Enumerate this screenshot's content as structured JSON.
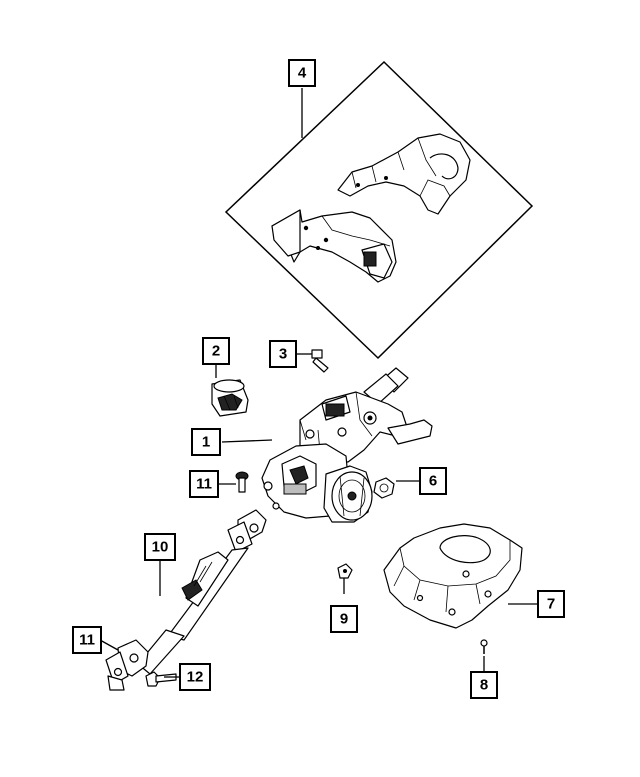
{
  "diagram": {
    "callouts": [
      {
        "id": "c1",
        "label": "1"
      },
      {
        "id": "c2",
        "label": "2"
      },
      {
        "id": "c3",
        "label": "3"
      },
      {
        "id": "c4",
        "label": "4"
      },
      {
        "id": "c6",
        "label": "6"
      },
      {
        "id": "c7",
        "label": "7"
      },
      {
        "id": "c8",
        "label": "8"
      },
      {
        "id": "c9",
        "label": "9"
      },
      {
        "id": "c10",
        "label": "10"
      },
      {
        "id": "c11a",
        "label": "11"
      },
      {
        "id": "c11b",
        "label": "11"
      },
      {
        "id": "c12",
        "label": "12"
      }
    ]
  }
}
